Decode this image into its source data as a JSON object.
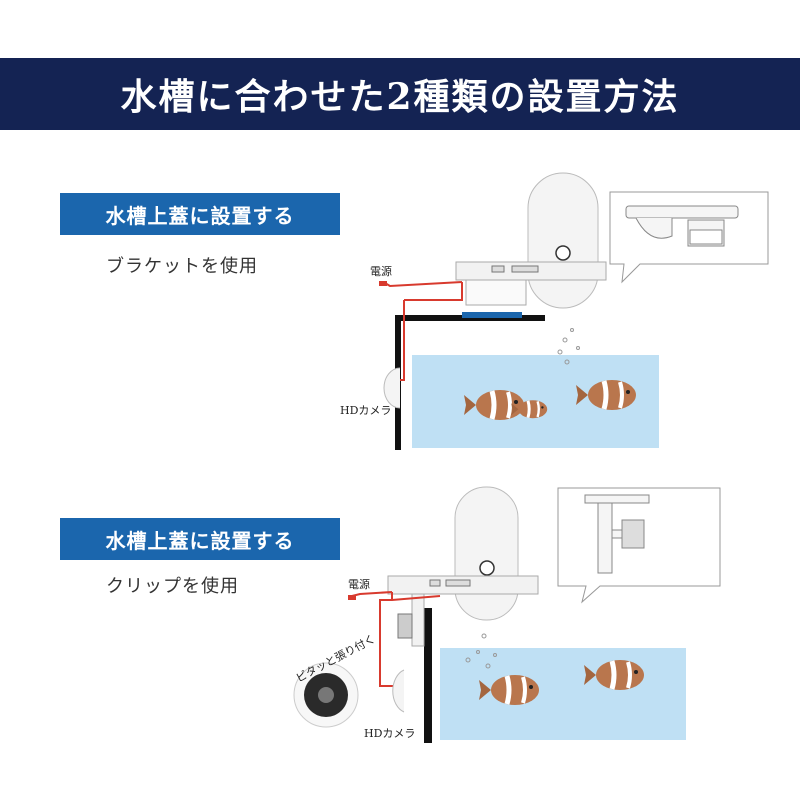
{
  "header": {
    "title": "水槽に合わせた2種類の設置方法"
  },
  "section1": {
    "label": "水槽上蓋に設置する",
    "subtitle": "ブラケットを使用",
    "power_label": "電源",
    "camera_label": "HDカメラ"
  },
  "section2": {
    "label": "水槽上蓋に設置する",
    "subtitle": "クリップを使用",
    "power_label": "電源",
    "camera_label": "HDカメラ",
    "suction_label": "ピタッと張り付く"
  },
  "colors": {
    "banner": "#142353",
    "label": "#1b66ad",
    "water": "#bfe0f4",
    "cable": "#d83a2e"
  }
}
